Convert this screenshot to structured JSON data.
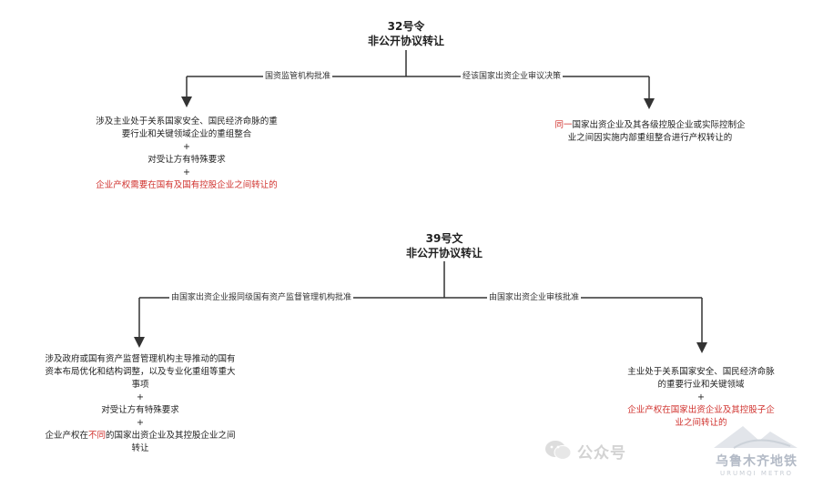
{
  "diagram1": {
    "title_line1": "32号令",
    "title_line2": "非公开协议转让",
    "left_branch": "国资监管机构批准",
    "right_branch": "经该国家出资企业审议决策",
    "left_box": {
      "line1": "涉及主业处于关系国家安全、国民经济命脉的重",
      "line2": "要行业和关键领域企业的重组整合",
      "plus": "+",
      "line3": "对受让方有特殊要求",
      "line4": "企业产权需要在国有及国有控股企业之间转让的"
    },
    "right_box": {
      "red_part": "同一",
      "line1_rest": "国家出资企业及其各级控股企业或实际控制企",
      "line2": "业之间因实施内部重组整合进行产权转让的"
    }
  },
  "diagram2": {
    "title_line1": "39号文",
    "title_line2": "非公开协议转让",
    "left_branch": "由国家出资企业报同级国有资产监督管理机构批准",
    "right_branch": "由国家出资企业审核批准",
    "left_box": {
      "line1": "涉及政府或国有资产监督管理机构主导推动的国有",
      "line2": "资本布局优化和结构调整，以及专业化重组等重大",
      "line3": "事项",
      "plus": "+",
      "line4": "对受让方有特殊要求",
      "line5_pre": "企业产权在",
      "line5_red": "不同",
      "line5_post": "的国家出资企业及其控股企业之间",
      "line6": "转让"
    },
    "right_box": {
      "line1": "主业处于关系国家安全、国民经济命脉",
      "line2": "的重要行业和关键领域",
      "plus": "+",
      "line3": "企业产权在国家出资企业及其控股子企",
      "line4": "业之间转让的"
    }
  },
  "watermark": {
    "wechat_text": "公众号",
    "brand": "乌鲁木齐地铁",
    "brand_sub": "URUMQI METRO"
  },
  "colors": {
    "red": "#d0312d",
    "line": "#333333"
  }
}
